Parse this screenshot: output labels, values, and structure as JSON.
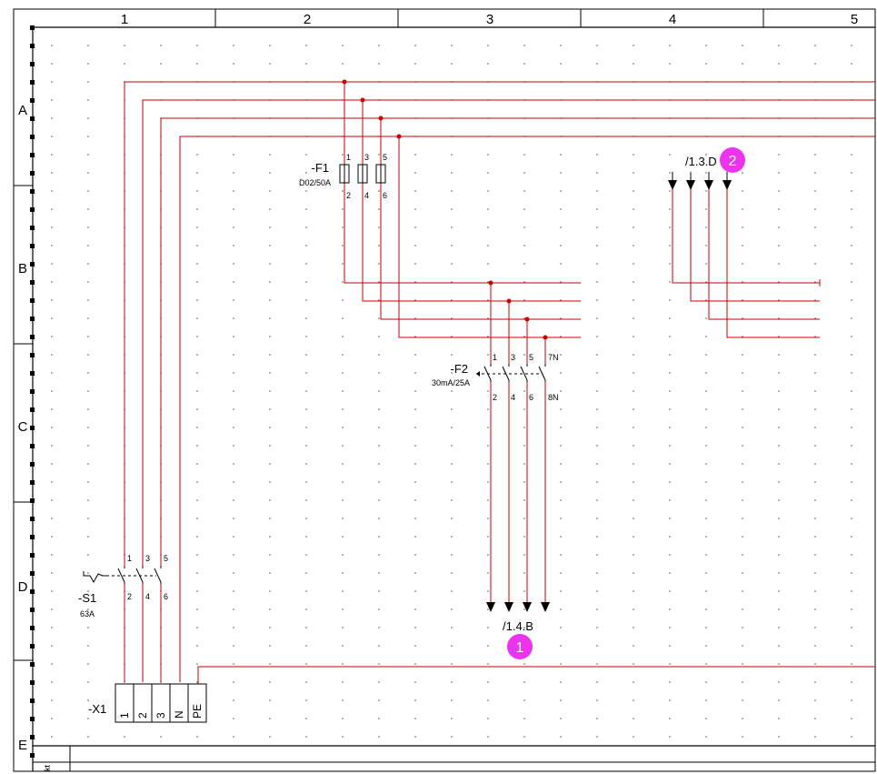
{
  "columns": [
    "1",
    "2",
    "3",
    "4",
    "5"
  ],
  "rows": [
    "A",
    "B",
    "C",
    "D",
    "E"
  ],
  "colors": {
    "wire": "#cc0000",
    "marker": "#ee33ee",
    "frame": "#000000"
  },
  "f1": {
    "tag": "-F1",
    "rating": "D02/50A",
    "top_pins": [
      "1",
      "3",
      "5"
    ],
    "bottom_pins": [
      "2",
      "4",
      "6"
    ]
  },
  "f2": {
    "tag": "-F2",
    "rating": "30mA/25A",
    "top_pins": [
      "1",
      "3",
      "5",
      "7N"
    ],
    "bottom_pins": [
      "2",
      "4",
      "6",
      "8N"
    ]
  },
  "s1": {
    "tag": "-S1",
    "rating": "63A",
    "top_pins": [
      "1",
      "3",
      "5"
    ],
    "bottom_pins": [
      "2",
      "4",
      "6"
    ]
  },
  "x1": {
    "tag": "-X1",
    "terminals": [
      "1",
      "2",
      "3",
      "N",
      "PE"
    ]
  },
  "refs": {
    "down": "/1.4.B",
    "incoming": "/1.3.D"
  },
  "markers": [
    "1",
    "2"
  ],
  "corner_text": "kt"
}
